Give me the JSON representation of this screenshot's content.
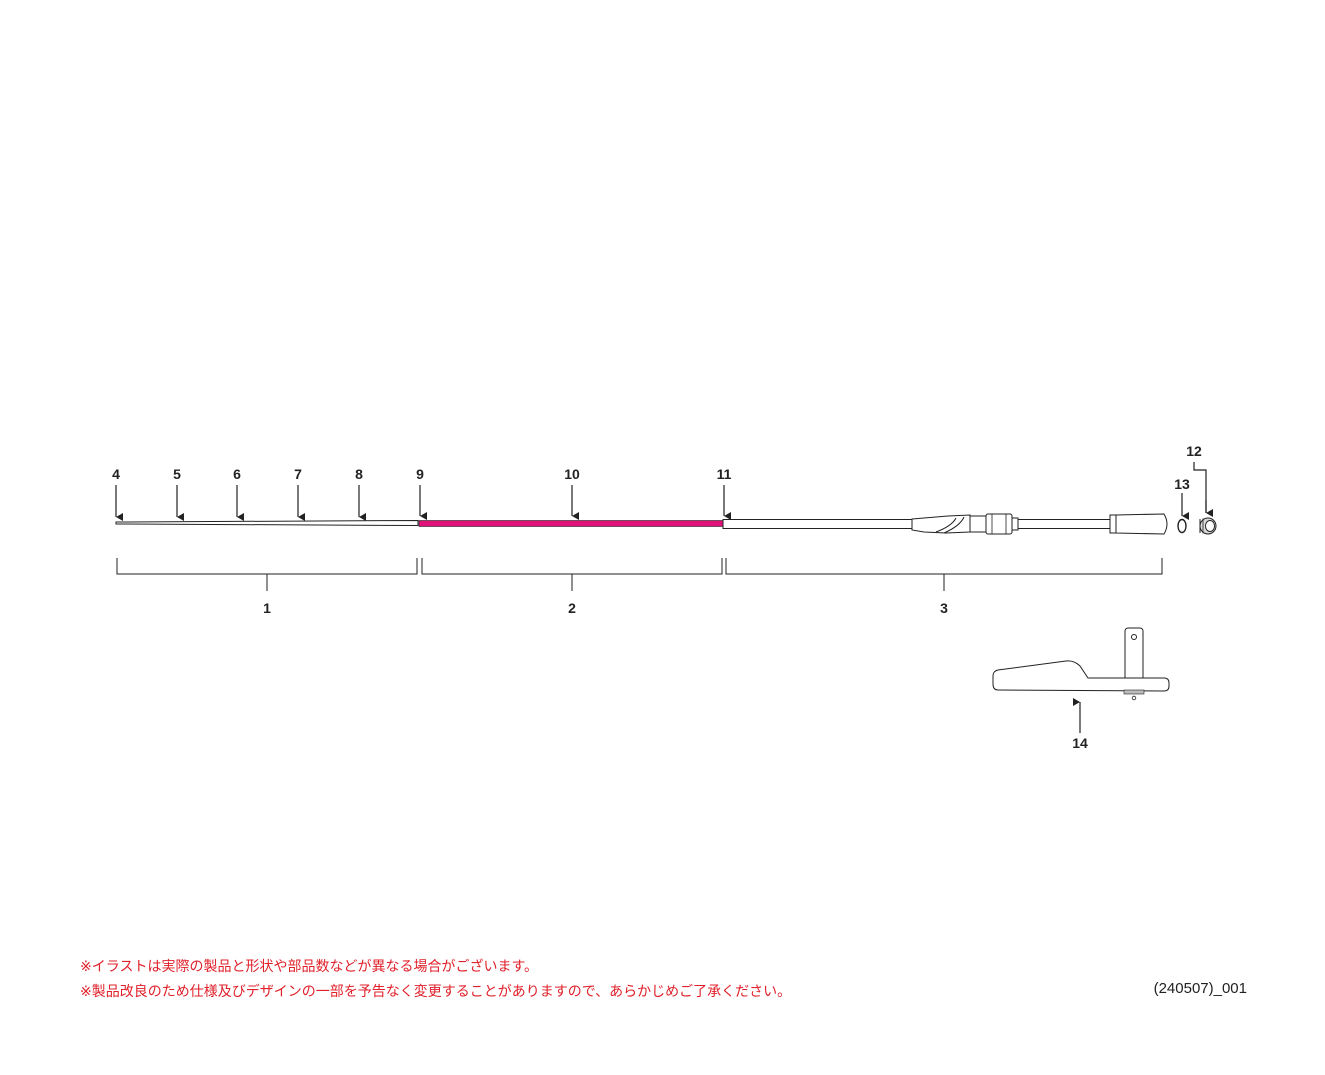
{
  "callouts": {
    "c4": "4",
    "c5": "5",
    "c6": "6",
    "c7": "7",
    "c8": "8",
    "c9": "9",
    "c10": "10",
    "c11": "11",
    "c12": "12",
    "c13": "13",
    "c14": "14"
  },
  "sections": {
    "s1": "1",
    "s2": "2",
    "s3": "3"
  },
  "colors": {
    "mid_section": "#e0127a",
    "line": "#222222",
    "notes": "#e0202a"
  },
  "notes": [
    "※イラストは実際の製品と形状や部品数などが異なる場合がございます。",
    "※製品改良のため仕様及びデザインの一部を予告なく変更することがありますので、あらかじめご了承ください。"
  ],
  "doc_code": "(240507)_001"
}
